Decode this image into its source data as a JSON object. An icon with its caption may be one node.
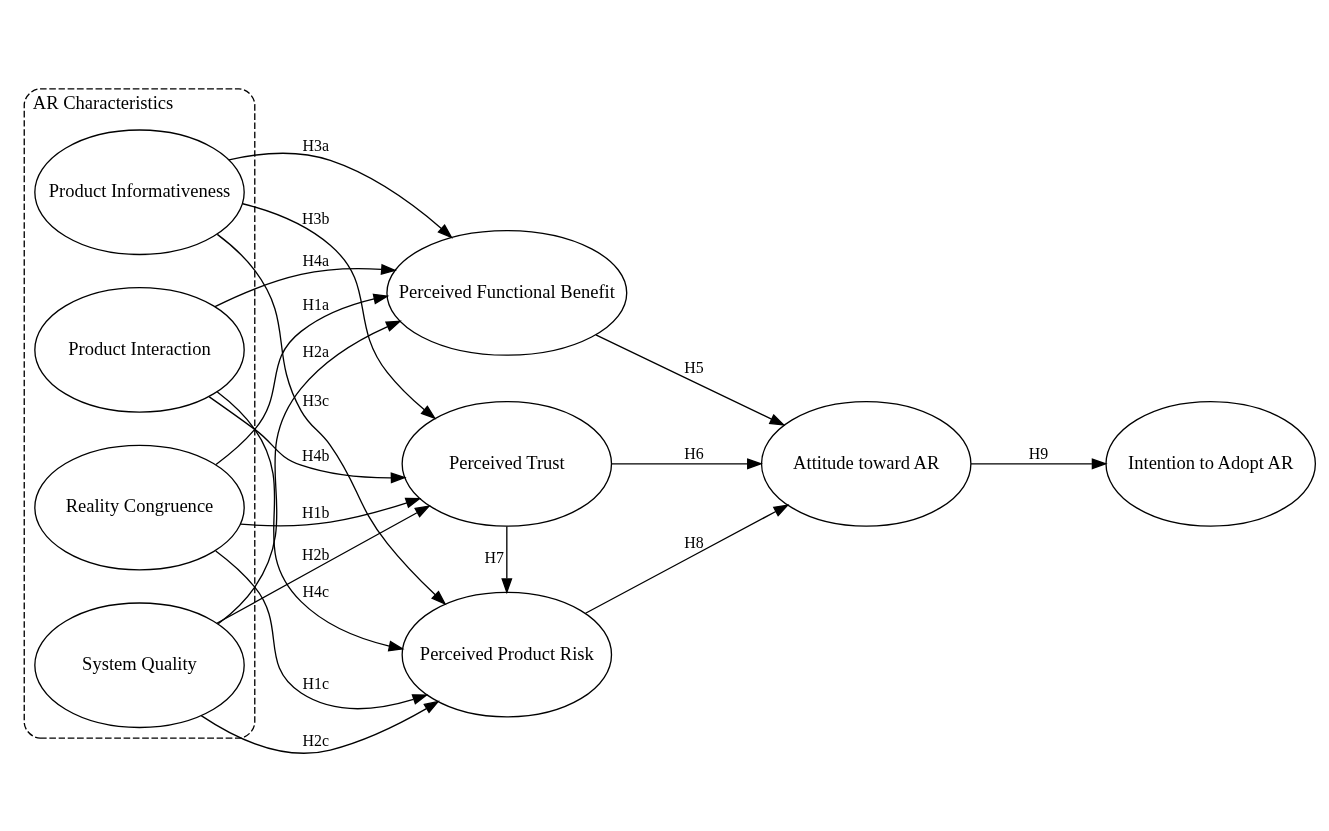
{
  "diagram": {
    "nodes": [
      {
        "text": [
          "AR Characteristics"
        ]
      },
      {
        "text": [
          "Reality Congruence"
        ],
        "in": 0
      },
      {
        "text": [
          "System Quality"
        ],
        "in": 0
      },
      {
        "text": [
          "Product Informativeness"
        ],
        "in": 0
      },
      {
        "text": [
          "Product Interaction"
        ],
        "in": 0
      },
      {
        "text": [
          "Perceived Functional Benefit"
        ]
      },
      {
        "text": [
          "Perceived Trust"
        ]
      },
      {
        "text": [
          "Perceived Product Risk"
        ]
      },
      {
        "text": [
          "Attitude toward AR"
        ]
      },
      {
        "text": [
          "Intention to Adopt AR"
        ]
      }
    ],
    "edges": [
      {
        "from": 1,
        "to": 5,
        "arrow": "to",
        "label": "H1a"
      },
      {
        "from": 1,
        "to": 6,
        "arrow": "to",
        "label": "H1b"
      },
      {
        "from": 1,
        "to": 7,
        "arrow": "to",
        "label": "H1c"
      },
      {
        "from": 2,
        "to": 5,
        "arrow": "to",
        "label": "H2a"
      },
      {
        "from": 2,
        "to": 6,
        "arrow": "to",
        "label": "H2b"
      },
      {
        "from": 2,
        "to": 7,
        "arrow": "to",
        "label": "H2c"
      },
      {
        "from": 3,
        "to": 5,
        "arrow": "to",
        "label": "H3a"
      },
      {
        "from": 3,
        "to": 6,
        "arrow": "to",
        "label": "H3b"
      },
      {
        "from": 3,
        "to": 7,
        "arrow": "to",
        "label": "H3c"
      },
      {
        "from": 4,
        "to": 5,
        "arrow": "to",
        "label": "H4a"
      },
      {
        "from": 4,
        "to": 6,
        "arrow": "to",
        "label": "H4b"
      },
      {
        "from": 4,
        "to": 7,
        "arrow": "to",
        "label": "H4c"
      },
      {
        "from": 5,
        "to": 8,
        "arrow": "to",
        "label": "H5"
      },
      {
        "from": 6,
        "to": 8,
        "arrow": "to",
        "label": "H6"
      },
      {
        "from": 6,
        "to": 7,
        "arrow": "to",
        "label": "H7"
      },
      {
        "from": 7,
        "to": 8,
        "arrow": "to",
        "label": "H8"
      },
      {
        "from": 8,
        "to": 9,
        "arrow": "to",
        "label": "H9"
      }
    ]
  }
}
